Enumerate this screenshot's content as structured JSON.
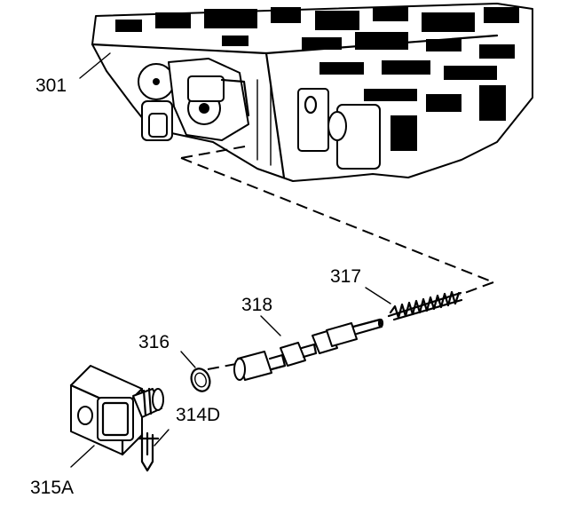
{
  "labels": {
    "valve_body": "301",
    "solenoid": "315A",
    "o_ring": "316",
    "valve": "318",
    "spring": "317",
    "retainer": "314D"
  },
  "colors": {
    "ink": "#000000",
    "background": "#ffffff"
  }
}
